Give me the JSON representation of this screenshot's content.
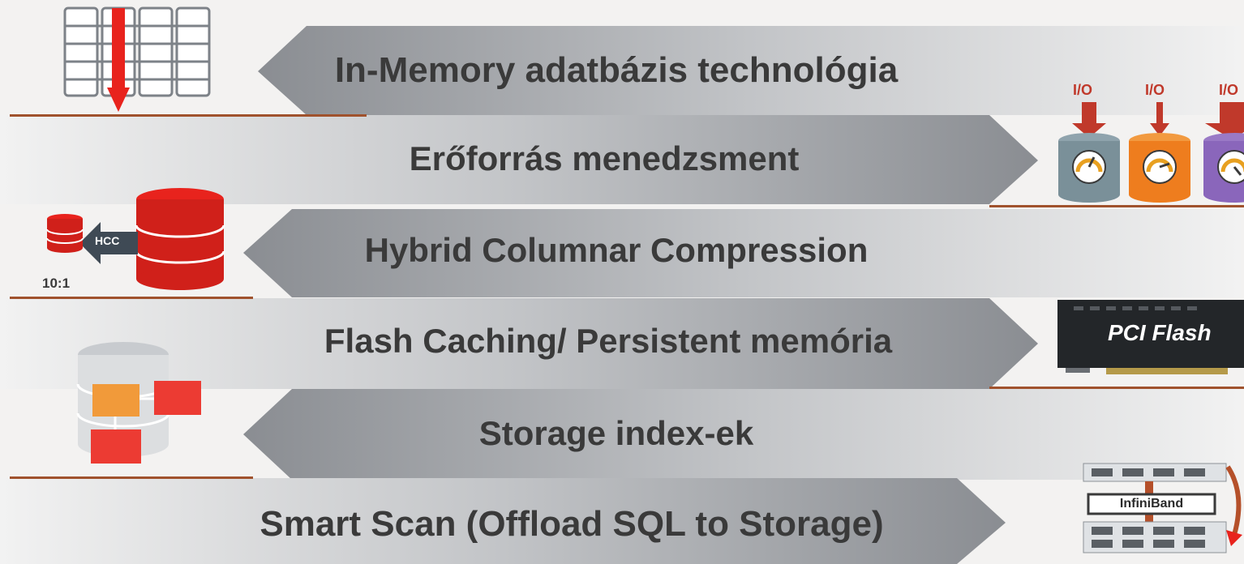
{
  "rows": [
    {
      "label": "In-Memory adatbázis technológia",
      "direction": "left"
    },
    {
      "label": "Erőforrás menedzsment",
      "direction": "right"
    },
    {
      "label": "Hybrid Columnar Compression",
      "direction": "left"
    },
    {
      "label": "Flash Caching/ Persistent memória",
      "direction": "right"
    },
    {
      "label": "Storage index-ek",
      "direction": "left"
    },
    {
      "label": "Smart Scan (Offload SQL to Storage)",
      "direction": "right"
    }
  ],
  "io_labels": [
    "I/O",
    "I/O",
    "I/O"
  ],
  "hcc": {
    "tag": "HCC",
    "ratio": "10:1"
  },
  "pci_flash": "PCI Flash",
  "infiniband": "InfiniBand",
  "colors": {
    "background": "#f3f2f1",
    "divider": "#a0522d",
    "arrow_light": "#f0f0f0",
    "arrow_dark": "#8c8f94",
    "text": "#3a3a3a",
    "red": "#e8231d",
    "io_red": "#c0392b"
  }
}
